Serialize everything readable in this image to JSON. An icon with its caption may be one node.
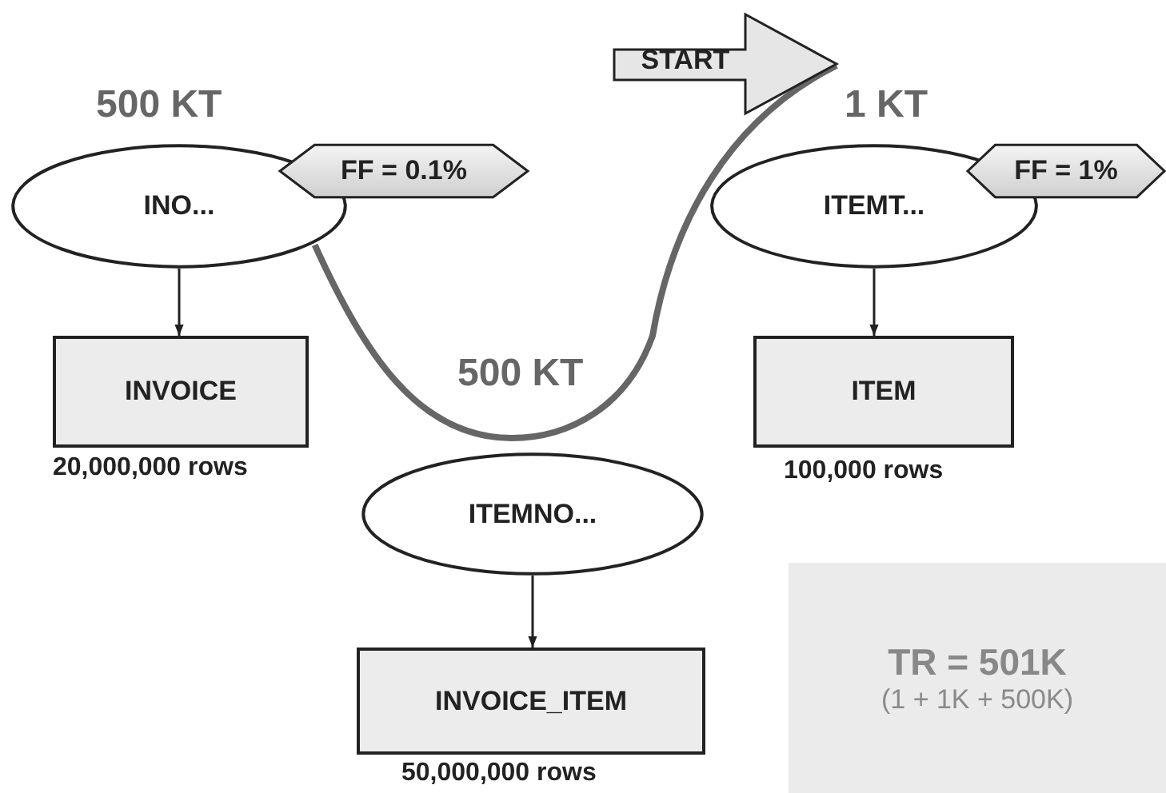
{
  "diagram": {
    "nodes": [
      {
        "text": [
          "START"
        ]
      },
      {
        "text": [
          "INO..."
        ],
        "beside": [
          "500 KT"
        ]
      },
      {
        "text": [
          "FF = 0.1%"
        ]
      },
      {
        "text": [
          "INVOICE"
        ],
        "beside": [
          "20,000,000 rows"
        ]
      },
      {
        "text": [
          "ITEMT..."
        ],
        "beside": [
          "1 KT"
        ]
      },
      {
        "text": [
          "FF = 1%"
        ]
      },
      {
        "text": [
          "ITEM"
        ],
        "beside": [
          "100,000 rows"
        ]
      },
      {
        "text": [
          "ITEMNO..."
        ],
        "beside": [
          "500 KT"
        ]
      },
      {
        "text": [
          "INVOICE_ITEM"
        ],
        "beside": [
          "50,000,000 rows"
        ]
      },
      {
        "text": [
          "TR = 501K",
          "(1 + 1K + 500K)"
        ]
      }
    ],
    "edges": [
      {
        "from": 1,
        "to": 3,
        "arrow": "to"
      },
      {
        "from": 4,
        "to": 6,
        "arrow": "to"
      },
      {
        "from": 7,
        "to": 8,
        "arrow": "to"
      },
      {
        "from": 0,
        "to": 1,
        "arrow": "none",
        "style": "thick",
        "color": "#666666"
      }
    ]
  }
}
